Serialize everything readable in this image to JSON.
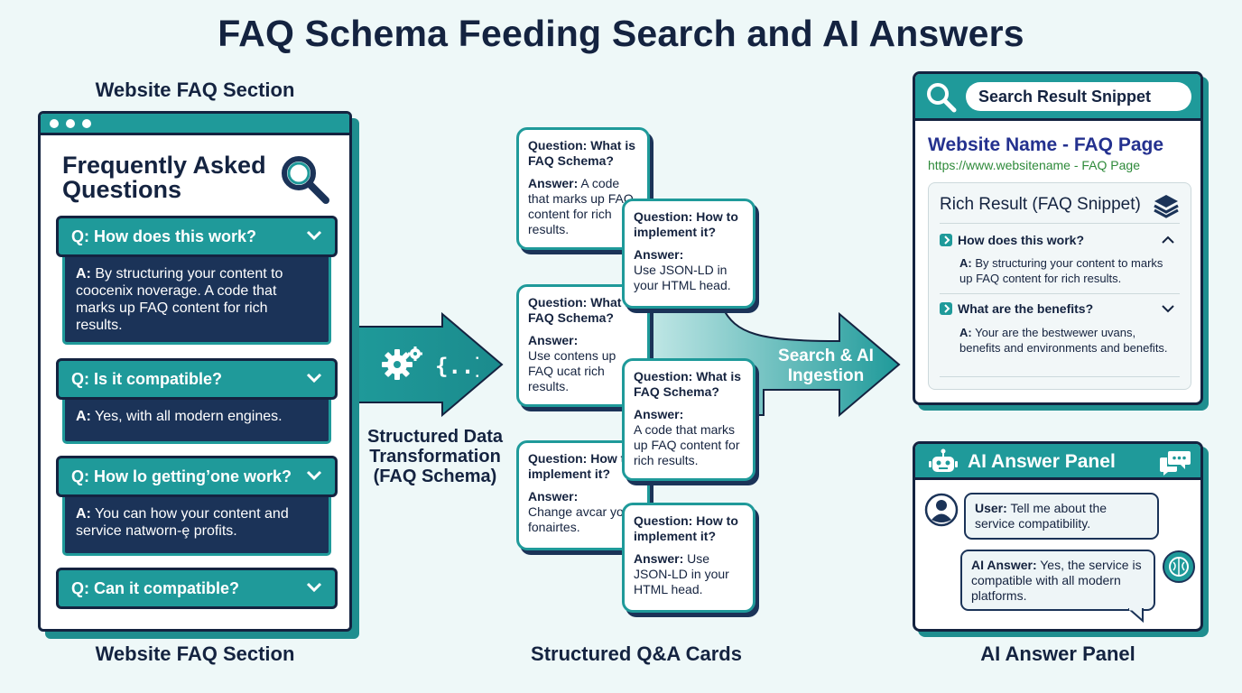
{
  "title": "FAQ Schema Feeding Search and AI Answers",
  "left": {
    "header": "Website FAQ Section",
    "footer": "Website FAQ Section",
    "heading": "Frequently Asked Questions",
    "items": [
      {
        "q": "Q: How does this work?",
        "a_prefix": "A:",
        "a": "By structuring your content to coocenix noverage. A code that marks up FAQ content for rich results."
      },
      {
        "q": "Q: Is it compatible?",
        "a_prefix": "A:",
        "a": "Yes, with all modern engines."
      },
      {
        "q": "Q: How lo getting’one work?",
        "a_prefix": "A:",
        "a": "You can how your content and service natworn-ȩ profits."
      },
      {
        "q": "Q: Can it compatible?"
      }
    ]
  },
  "middle": {
    "transform_label": "Structured Data Transformation (FAQ Schema)",
    "footer": "Structured Q&A Cards",
    "ingest_label": "Search & AI Ingestion",
    "cards": [
      {
        "q": "Question: What is FAQ Schema?",
        "a_label": "Answer:",
        "a": "A code that marks up FAQ content for rich results."
      },
      {
        "q": "Question: How to implement it?",
        "a_label": "Answer:",
        "a": "Use JSON-LD in your HTML head."
      },
      {
        "q": "Question: What is FAQ Schema?",
        "a_label": "Answer:",
        "a": "Use contens up FAQ ucat rich results."
      },
      {
        "q": "Question: What is FAQ Schema?",
        "a_label": "Answer:",
        "a": "A code that marks up FAQ content for rich results."
      },
      {
        "q": "Question: How to implement it?",
        "a_label": "Answer:",
        "a": "Change avcar your fonairtes."
      },
      {
        "q": "Question: How to implement it?",
        "a_label": "Answer:",
        "a": "Use JSON-LD in your HTML head."
      }
    ]
  },
  "search": {
    "bar_label": "Search Result Snippet",
    "site_title": "Website Name - FAQ Page",
    "site_url": "https://www.websitename - FAQ Page",
    "rich_title": "Rich Result (FAQ Snippet)",
    "items": [
      {
        "q": "How does this work?",
        "a_prefix": "A:",
        "a": "By structuring your content to marks up FAQ content for rich results."
      },
      {
        "q": "What are the benefits?",
        "a_prefix": "A:",
        "a": "Your are the bestwewer uvans, benefits and environments and benefits."
      }
    ]
  },
  "ai": {
    "bar_label": "AI Answer Panel",
    "footer": "AI Answer Panel",
    "user_prefix": "User:",
    "user_text": "Tell me about the service compatibility.",
    "ai_prefix": "AI Answer:",
    "ai_text": "Yes, the service is compatible with all modern platforms."
  },
  "colors": {
    "teal": "#1f9a9a",
    "navy": "#1b3358",
    "ink": "#142340"
  }
}
